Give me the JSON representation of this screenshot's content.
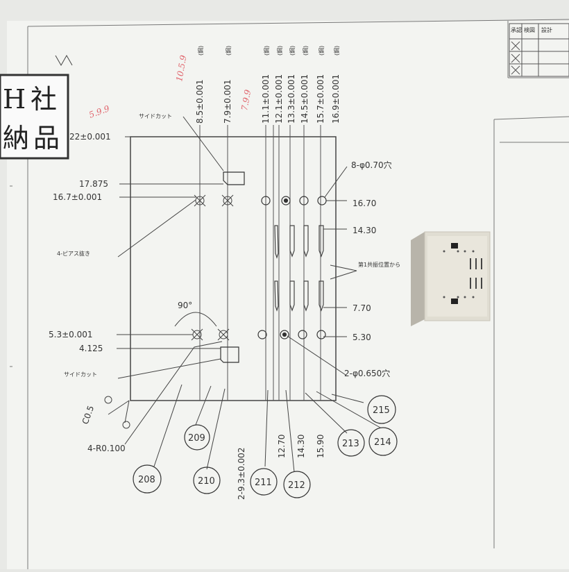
{
  "drawing": {
    "top_labels": [
      "8.5±0.001",
      "7.9±0.001",
      "11.1±0.001",
      "12.1±0.001",
      "13.3±0.001",
      "14.5±0.001",
      "15.7±0.001",
      "16.9±0.001"
    ],
    "top_label_suffix": "(鋼)",
    "left_dims": {
      "d22": "22±0.001",
      "d17875": "17.875",
      "d167": "16.7±0.001",
      "d53": "5.3±0.001",
      "d4125": "4.125"
    },
    "right_dims": {
      "r1670": "16.70",
      "r1430": "14.30",
      "r770": "7.70",
      "r530": "5.30"
    },
    "bottom_dims": [
      "12.70",
      "14.30",
      "15.90"
    ],
    "bottom_dim_center": "2-9.3±0.002",
    "angle": "90°",
    "corner_c": "C0.5",
    "notes": {
      "side_cut_top": "サイドカット",
      "side_cut_bottom": "サイドカット",
      "pin_note": "4-ピアス抜き",
      "holes_8": "8-φ0.70穴",
      "holes_2": "2-φ0.650穴",
      "radius": "4-R0.100",
      "slot_note": "第1共振位置から"
    },
    "callouts": [
      "208",
      "209",
      "210",
      "211",
      "212",
      "213",
      "214",
      "215"
    ],
    "handwritten": [
      "10.5.9",
      "7.9.9",
      "5.9.9"
    ],
    "stamp": [
      "H",
      "社",
      "納",
      "品"
    ],
    "title_block": [
      "承認",
      "検図",
      "設計"
    ]
  },
  "colors": {
    "ink": "#333333",
    "red_ink": "#e0636b",
    "paper": "#f4f5f2"
  }
}
